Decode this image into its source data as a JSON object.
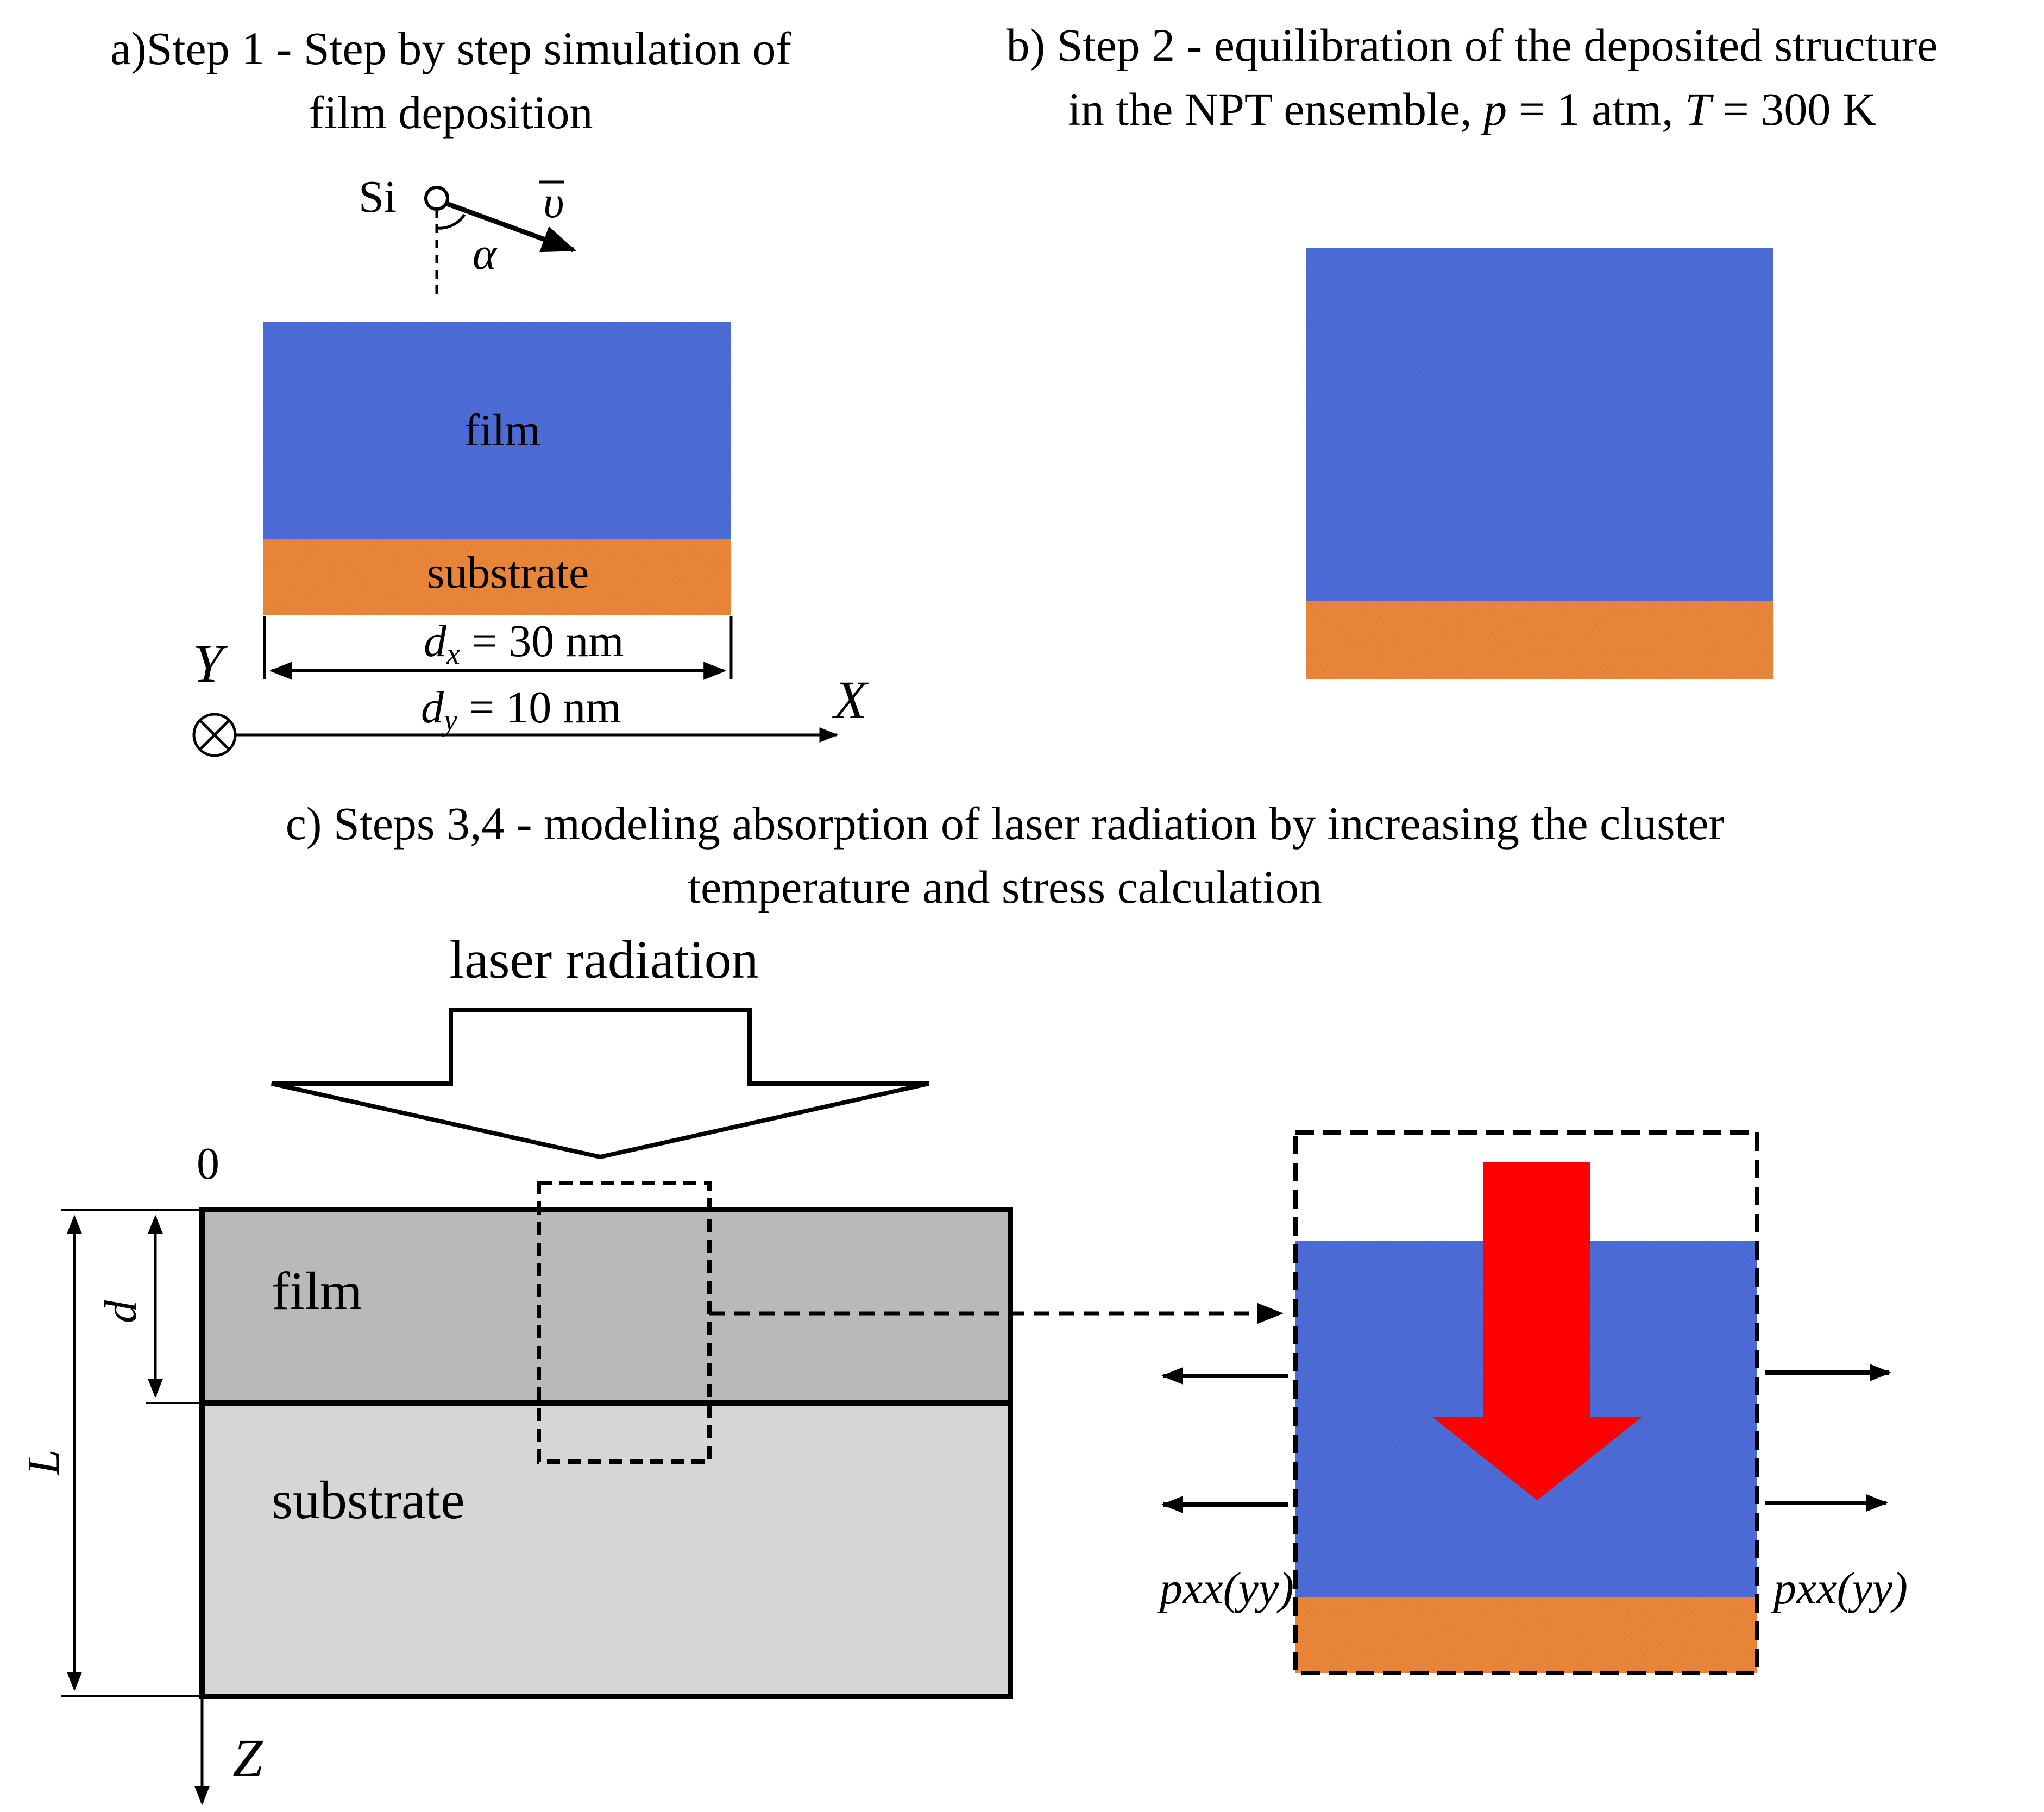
{
  "colors": {
    "film": "#4f6fdc",
    "substrate": "#f08a3a",
    "film_gray": "#b9b9b9",
    "substrate_gray": "#d6d6d6",
    "red_arrow": "#ff0000"
  },
  "panel_a": {
    "caption_line1": "a)Step 1 - Step by step simulation of",
    "caption_line2": "film deposition",
    "si_label": "Si",
    "velocity_symbol": "υ",
    "angle_symbol": "α",
    "film_label": "film",
    "substrate_label": "substrate",
    "dx_symbol": "d",
    "dx_sub": "x",
    "dx_value": " = 30 nm",
    "dy_symbol": "d",
    "dy_sub": "y",
    "dy_value": " = 10 nm",
    "axis_y": "Y",
    "axis_x": "X"
  },
  "panel_b": {
    "caption_line1": "b) Step 2 - equilibration of the deposited structure",
    "caption_line2_pre": "in the NPT ensemble, ",
    "p_symbol": "p",
    "p_value": " = 1 atm, ",
    "t_symbol": "T",
    "t_value": " = 300 K"
  },
  "panel_c": {
    "caption_line1": "c) Steps 3,4 - modeling absorption of laser radiation by increasing the cluster",
    "caption_line2": "temperature and stress calculation",
    "laser_label": "laser radiation",
    "zero_label": "0",
    "film_label": "film",
    "substrate_label": "substrate",
    "d_label": "d",
    "L_label": "L",
    "z_label": "Z",
    "pressure_left": "pxx(yy)",
    "pressure_right": "pxx(yy)"
  }
}
